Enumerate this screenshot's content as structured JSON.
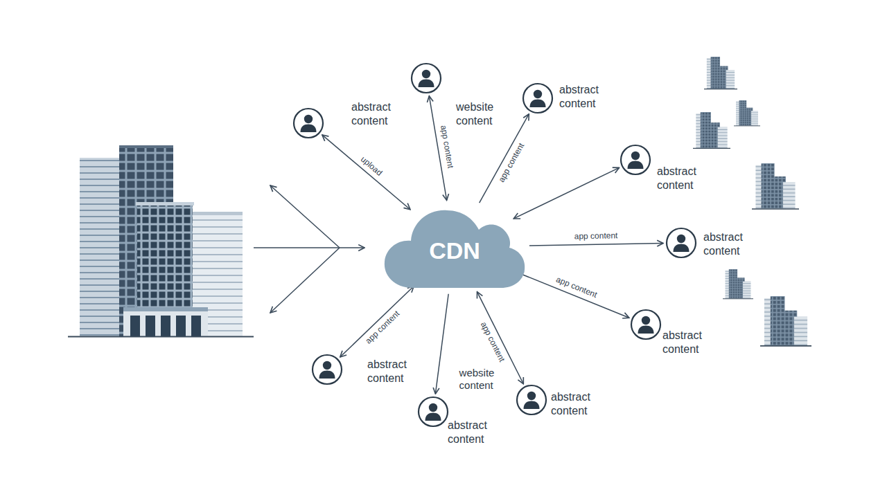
{
  "diagram": {
    "nodes": [
      {
        "text": [
          "website content"
        ]
      },
      {
        "text": [
          "abstract content"
        ]
      },
      {
        "text": [
          "abstract content"
        ]
      },
      {
        "text": [
          "abstract content"
        ]
      },
      {
        "text": [
          "CDN"
        ]
      },
      {
        "text": [
          "abstract content"
        ]
      },
      {
        "text": [
          "abstract content"
        ]
      },
      {
        "text": [
          "abstract content"
        ]
      },
      {
        "text": [
          "abstract content"
        ]
      },
      {
        "text": [
          "abstract content"
        ]
      }
    ],
    "edges": [
      {
        "from": 2,
        "to": 4,
        "label": "upload",
        "arrow": "both"
      },
      {
        "from": 0,
        "to": 4,
        "label": "app content",
        "arrow": "both"
      },
      {
        "from": 4,
        "to": 1,
        "label": "app content",
        "arrow": "to"
      },
      {
        "from": 3,
        "to": 4,
        "arrow": "both"
      },
      {
        "from": 4,
        "to": 5,
        "label": "app content",
        "arrow": "to"
      },
      {
        "from": 4,
        "to": 6,
        "label": "app content",
        "arrow": "both"
      },
      {
        "from": 4,
        "to": 7,
        "label": "app content",
        "arrow": "both"
      },
      {
        "from": 4,
        "to": 9,
        "label": "website content",
        "arrow": "to"
      },
      {
        "from": 4,
        "to": 8,
        "label": "app content",
        "arrow": "both"
      }
    ]
  }
}
